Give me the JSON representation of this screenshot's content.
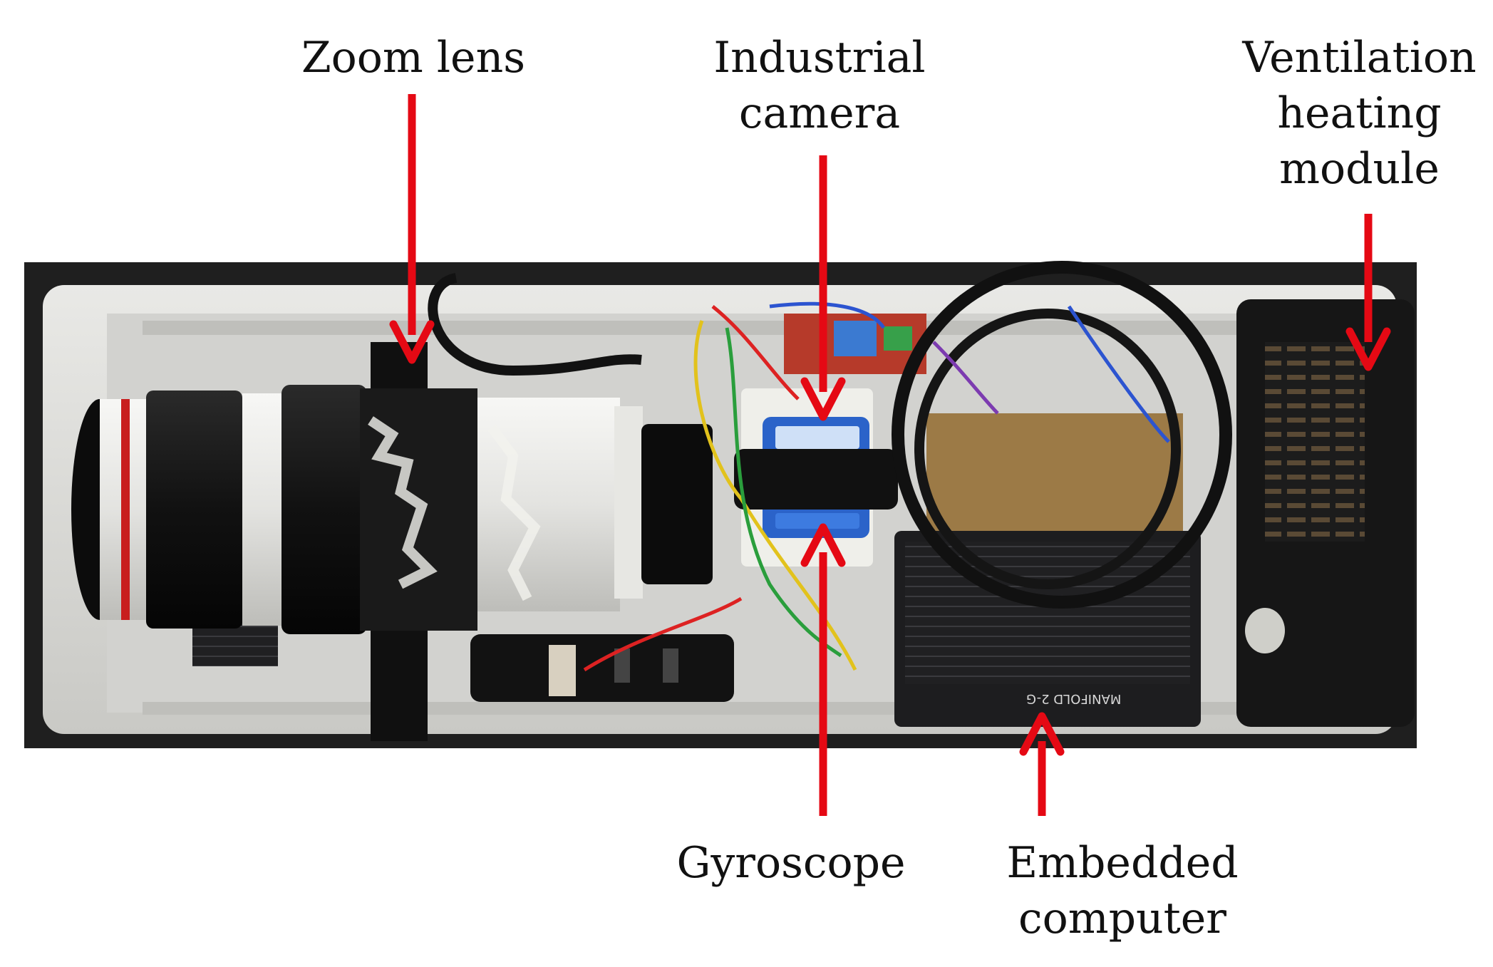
{
  "figure": {
    "labels": {
      "zoom_lens": "Zoom lens",
      "industrial_camera": "Industrial\ncamera",
      "ventilation_heating_module": "Ventilation\nheating\nmodule",
      "gyroscope": "Gyroscope",
      "embedded_computer": "Embedded\ncomputer"
    },
    "device_markings": {
      "computer_badge": "MANIFOLD 2-G"
    },
    "colors": {
      "arrow": "#e50914",
      "housing": "#d9d9d6",
      "lens_white": "#ececea",
      "lens_black": "#161616",
      "accent_red_ring": "#c81e1e",
      "gyro_blue": "#2b63c9",
      "computer_black": "#1d1d1f"
    }
  }
}
